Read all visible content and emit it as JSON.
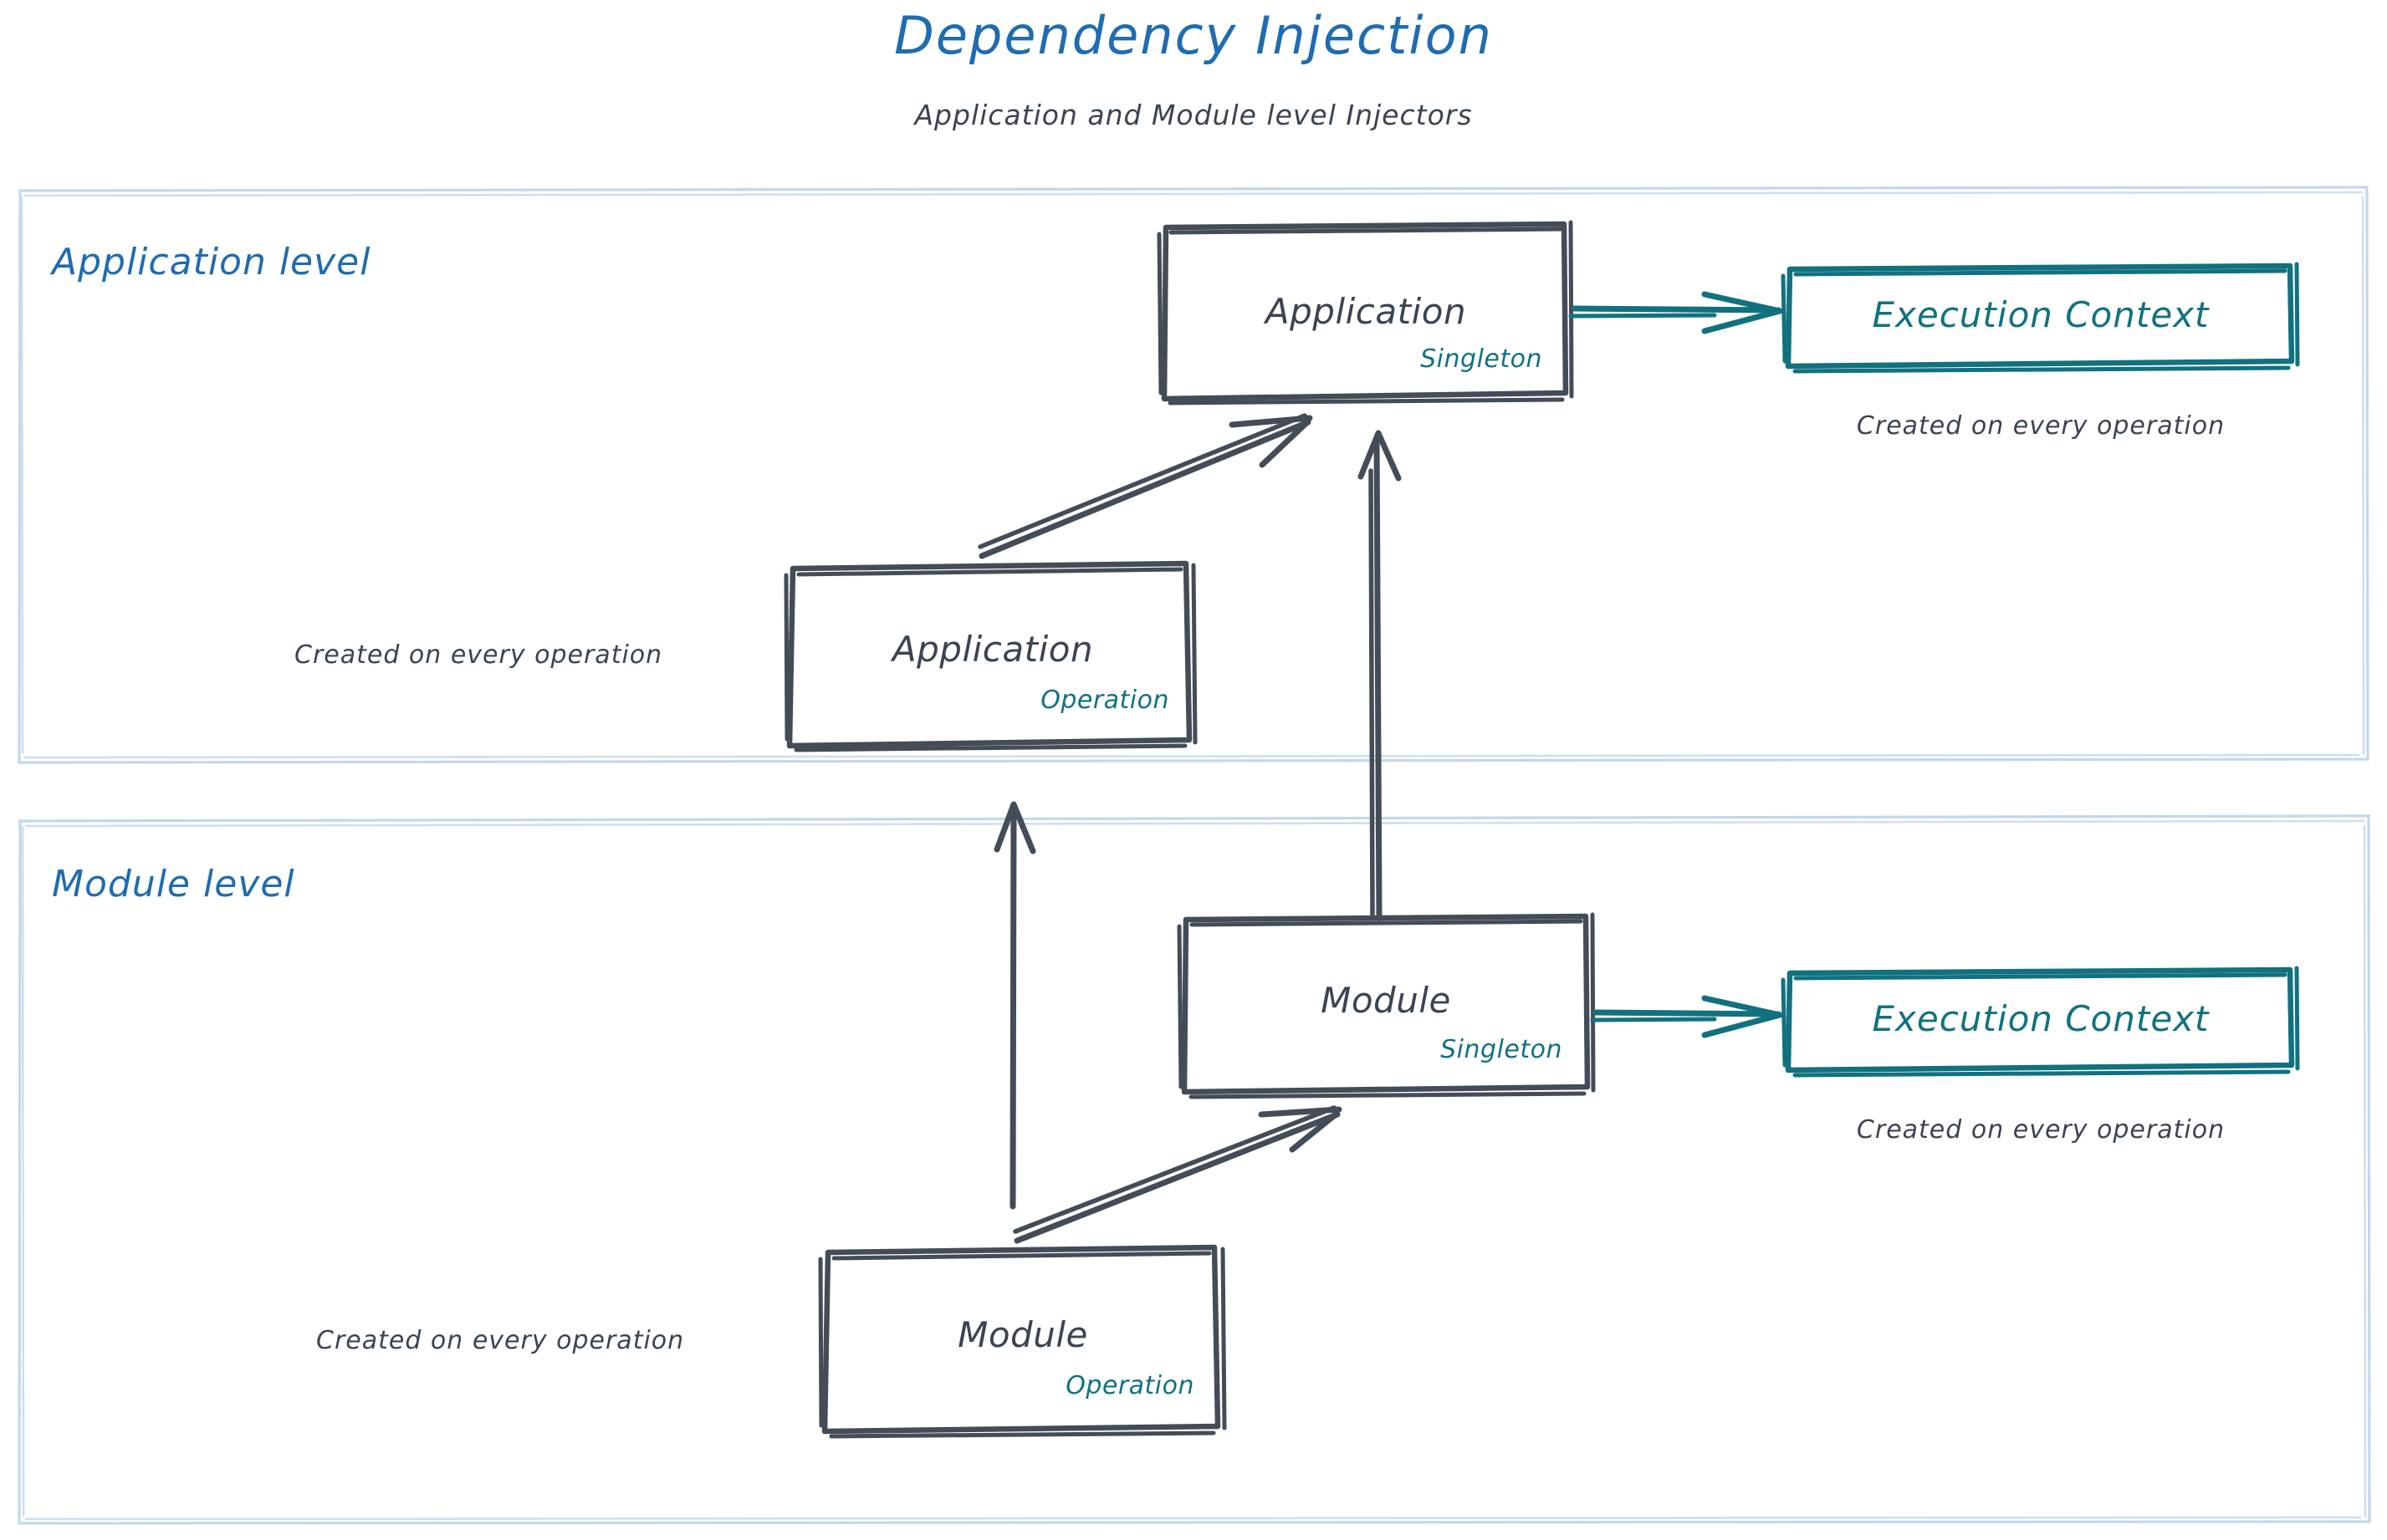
{
  "header": {
    "title": "Dependency Injection",
    "subtitle": "Application and Module level Injectors",
    "title_color": "#1f6cb0",
    "subtitle_color": "#3b4450"
  },
  "colors": {
    "panel_border": "#c3d7ec",
    "sketch_dark": "#434c57",
    "teal": "#12717f",
    "blue": "#1f6cb0",
    "background": "#ffffff"
  },
  "panels": [
    {
      "id": "application-level",
      "label": "Application level"
    },
    {
      "id": "module-level",
      "label": "Module level"
    }
  ],
  "nodes": [
    {
      "id": "application-singleton",
      "title": "Application",
      "scope": "Singleton",
      "panel": "application-level"
    },
    {
      "id": "application-operation",
      "title": "Application",
      "scope": "Operation",
      "panel": "application-level",
      "caption": "Created on every operation"
    },
    {
      "id": "module-singleton",
      "title": "Module",
      "scope": "Singleton",
      "panel": "module-level"
    },
    {
      "id": "module-operation",
      "title": "Module",
      "scope": "Operation",
      "panel": "module-level",
      "caption": "Created on every operation"
    }
  ],
  "context_boxes": [
    {
      "id": "execution-context-application",
      "title": "Execution Context",
      "caption": "Created on every operation",
      "panel": "application-level"
    },
    {
      "id": "execution-context-module",
      "title": "Execution Context",
      "caption": "Created on every operation",
      "panel": "module-level"
    }
  ],
  "edges": [
    {
      "id": "app-operation-to-app-singleton",
      "from": "application-operation",
      "to": "application-singleton",
      "style": "double-stroke",
      "color": "#434c57"
    },
    {
      "id": "app-singleton-to-execution-context",
      "from": "application-singleton",
      "to": "execution-context-application",
      "style": "single-stroke",
      "color": "#12717f"
    },
    {
      "id": "module-singleton-to-app-singleton",
      "from": "module-singleton",
      "to": "application-singleton",
      "style": "single-stroke",
      "color": "#434c57"
    },
    {
      "id": "module-operation-to-app-operation",
      "from": "module-operation",
      "to": "application-operation",
      "style": "single-stroke",
      "color": "#434c57"
    },
    {
      "id": "module-operation-to-module-singleton",
      "from": "module-operation",
      "to": "module-singleton",
      "style": "double-stroke",
      "color": "#434c57"
    },
    {
      "id": "module-singleton-to-execution-context",
      "from": "module-singleton",
      "to": "execution-context-module",
      "style": "single-stroke",
      "color": "#12717f"
    }
  ]
}
